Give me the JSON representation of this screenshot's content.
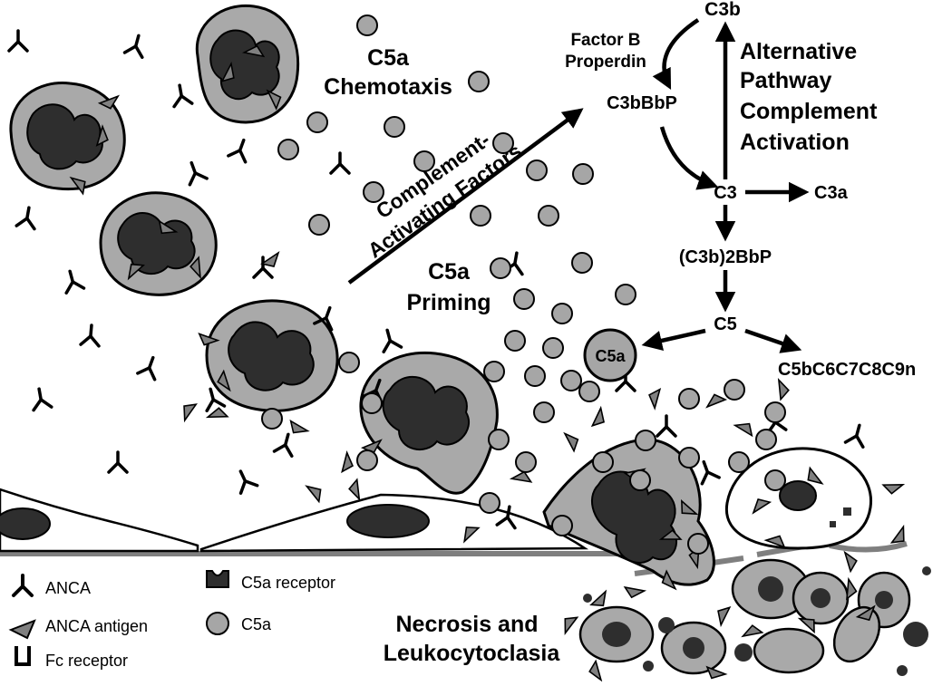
{
  "diagram": {
    "pathway": {
      "c3b": "C3b",
      "factor_b": "Factor B",
      "properdin": "Properdin",
      "c3bbbp": "C3bBbP",
      "title_line1": "Alternative",
      "title_line2": "Pathway",
      "title_line3": "Complement",
      "title_line4": "Activation",
      "c3": "C3",
      "c3a": "C3a",
      "c3b2bbp": "(C3b)2BbP",
      "c5": "C5",
      "c5a": "C5a",
      "mac": "C5bC6C7C8C9n"
    },
    "labels": {
      "chemotaxis_line1": "C5a",
      "chemotaxis_line2": "Chemotaxis",
      "activating_line1": "Complement-",
      "activating_line2": "Activating Factors",
      "priming_line1": "C5a",
      "priming_line2": "Priming",
      "necrosis_line1": "Necrosis and",
      "necrosis_line2": "Leukocytoclasia"
    },
    "legend": {
      "anca": "ANCA",
      "anca_antigen": "ANCA antigen",
      "fc_receptor": "Fc receptor",
      "c5a_receptor": "C5a receptor",
      "c5a": "C5a"
    },
    "colors": {
      "cell_fill": "#a9a9a9",
      "nucleus_fill": "#2e2e2e",
      "c5a_fill": "#a6a6a6",
      "antigen_fill": "#808080",
      "endothelium_fill": "#ffffff",
      "basement_membrane": "#7f7f7f",
      "ink": "#000000"
    }
  }
}
